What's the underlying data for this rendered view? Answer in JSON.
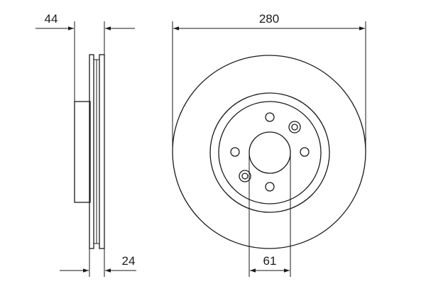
{
  "dimensions": {
    "overall_thickness": "44",
    "outer_diameter": "280",
    "min_thickness": "24",
    "center_bore": "61"
  }
}
